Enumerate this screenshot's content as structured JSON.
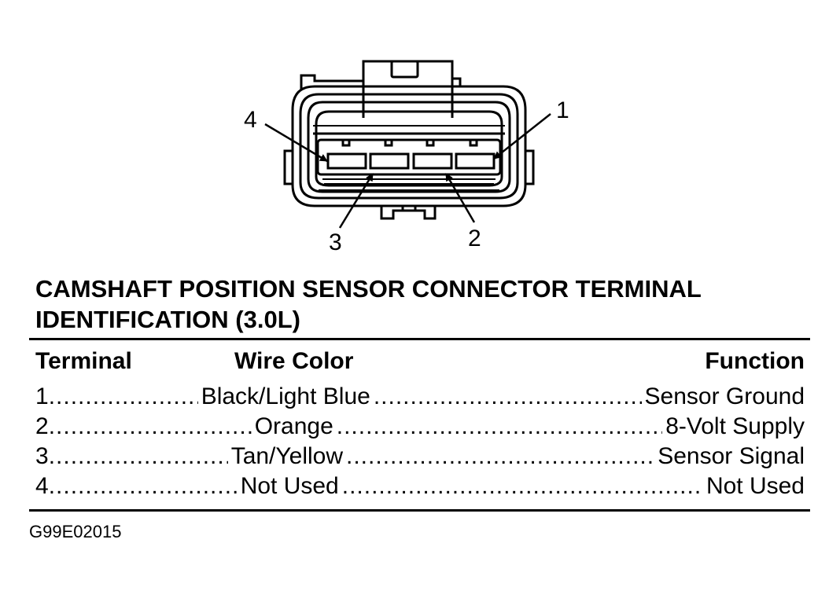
{
  "callouts": [
    "1",
    "2",
    "3",
    "4"
  ],
  "title": {
    "line1": "CAMSHAFT POSITION SENSOR CONNECTOR TERMINAL",
    "line2": "IDENTIFICATION (3.0L)"
  },
  "table": {
    "headers": {
      "terminal": "Terminal",
      "wire_color": "Wire Color",
      "function": "Function"
    },
    "rows": [
      {
        "terminal": "1",
        "wire_color": "Black/Light Blue",
        "function": "Sensor Ground"
      },
      {
        "terminal": "2",
        "wire_color": "Orange",
        "function": "8-Volt Supply"
      },
      {
        "terminal": "3",
        "wire_color": "Tan/Yellow",
        "function": "Sensor Signal"
      },
      {
        "terminal": "4",
        "wire_color": "Not Used",
        "function": "Not Used"
      }
    ]
  },
  "figure_id": "G99E02015"
}
